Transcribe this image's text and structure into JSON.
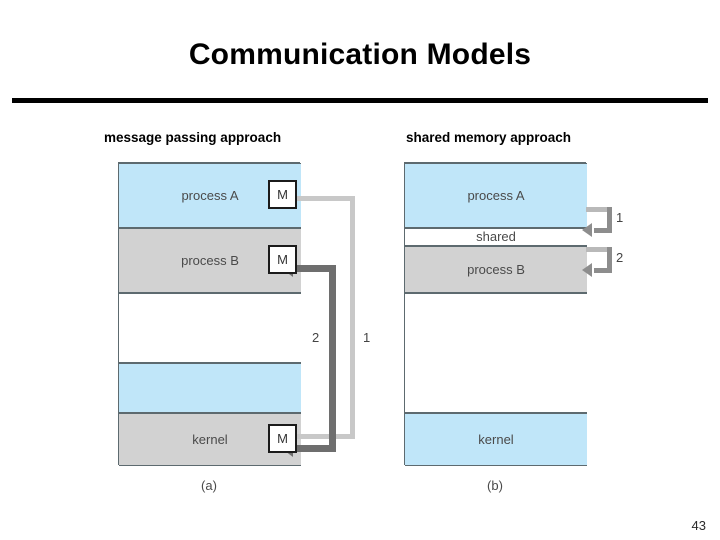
{
  "slide": {
    "title": "Communication Models",
    "page_number": "43"
  },
  "colors": {
    "process_blue": "#c0e6f9",
    "process_gray": "#d2d2d2",
    "white": "#ffffff",
    "border": "#5d6a6f",
    "arrow_light": "#c8c8c8",
    "arrow_dark": "#6e6e6e",
    "rule": "#000000"
  },
  "left_diagram": {
    "approach_label": "message passing approach",
    "caption": "(a)",
    "bands": [
      {
        "label": "process A",
        "fill": "blue"
      },
      {
        "label": "process B",
        "fill": "gray"
      },
      {
        "label": "",
        "fill": "white"
      },
      {
        "label": "",
        "fill": "blue"
      },
      {
        "label": "kernel",
        "fill": "gray"
      }
    ],
    "message_boxes": [
      {
        "label": "M",
        "at": "process A"
      },
      {
        "label": "M",
        "at": "process B"
      },
      {
        "label": "M",
        "at": "kernel"
      }
    ],
    "paths": [
      {
        "number": "1",
        "from": "process A",
        "to": "kernel",
        "color": "light"
      },
      {
        "number": "2",
        "from": "kernel",
        "to": "process B",
        "color": "dark"
      }
    ]
  },
  "right_diagram": {
    "approach_label": "shared memory approach",
    "caption": "(b)",
    "bands": [
      {
        "label": "process A",
        "fill": "blue"
      },
      {
        "label": "shared",
        "fill": "white"
      },
      {
        "label": "process B",
        "fill": "gray"
      },
      {
        "label": "",
        "fill": "white"
      },
      {
        "label": "kernel",
        "fill": "blue"
      }
    ],
    "hooks": [
      {
        "number": "1",
        "target": "shared"
      },
      {
        "number": "2",
        "target": "process B"
      }
    ]
  }
}
